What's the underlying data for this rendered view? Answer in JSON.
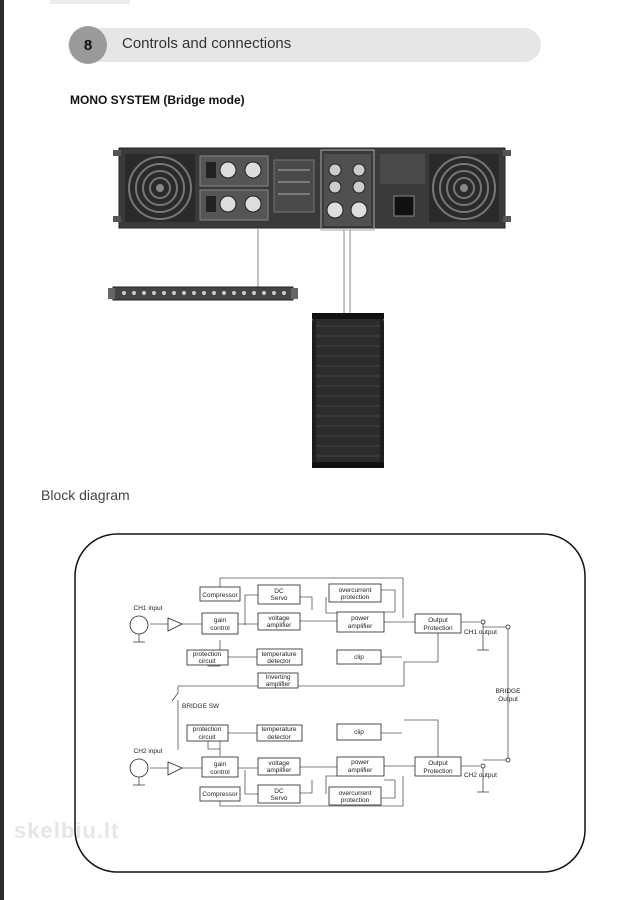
{
  "header": {
    "page_number": "8",
    "title": "Controls and connections"
  },
  "section_title": "MONO SYSTEM (Bridge mode)",
  "block_diagram_title": "Block diagram",
  "diagram": {
    "ch1_input": "CH1 input",
    "ch2_input": "CH2 input",
    "compressor": "Compressor",
    "dc_servo_1": "DC",
    "dc_servo_2": "Servo",
    "overcurrent_1": "overcurrent",
    "overcurrent_2": "protection",
    "gain_1": "gain",
    "gain_2": "control",
    "voltage_1": "voltage",
    "voltage_2": "amplifier",
    "power_1": "power",
    "power_2": "amplifier",
    "output_prot_1": "Output",
    "output_prot_2": "Protection",
    "ch1_output": "CH1 output",
    "ch2_output": "CH2 output",
    "protection_1": "protection",
    "protection_2": "circuit",
    "temperature_1": "temperature",
    "temperature_2": "detector",
    "clip": "clip",
    "inverting_1": "Inverting",
    "inverting_2": "amplifier",
    "bridge_sw": "BRIDGE SW",
    "bridge_output_1": "BRIDGE",
    "bridge_output_2": "Output"
  },
  "watermark": "skelbiu.lt"
}
